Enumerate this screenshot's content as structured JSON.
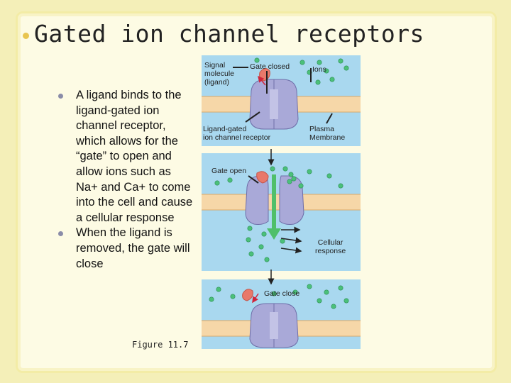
{
  "slide": {
    "title": "Gated ion channel receptors",
    "bullets": [
      "A ligand binds to the ligand-gated ion channel receptor, which allows for the “gate” to open and allow ions such as Na+ and Ca+ to come into the cell and cause a cellular response",
      "When the ligand is removed, the gate will close"
    ],
    "figure_caption": "Figure 11.7"
  },
  "diagram": {
    "labels": {
      "signal_molecule": [
        "Signal",
        "molecule",
        "(ligand)"
      ],
      "gate_closed": "Gate closed",
      "ions": "Ions",
      "receptor": [
        "Ligand-gated",
        "ion channel receptor"
      ],
      "plasma_membrane": [
        "Plasma",
        "Membrane"
      ],
      "gate_open": "Gate open",
      "cellular_response": [
        "Cellular",
        "response"
      ],
      "gate_close": "Gate close"
    }
  },
  "colors": {
    "slide_bg": "#fdfbe4",
    "frame": "#f3eca6",
    "bullet_title": "#e8c550",
    "bullet": "#8a8ca8",
    "water": "#a9d8ef",
    "membrane": "#f6d7a8",
    "receptor": "#a9a9d8",
    "ion": "#4bc07a",
    "ligand": "#e8786a",
    "arrow_green": "#4fbf6a"
  }
}
